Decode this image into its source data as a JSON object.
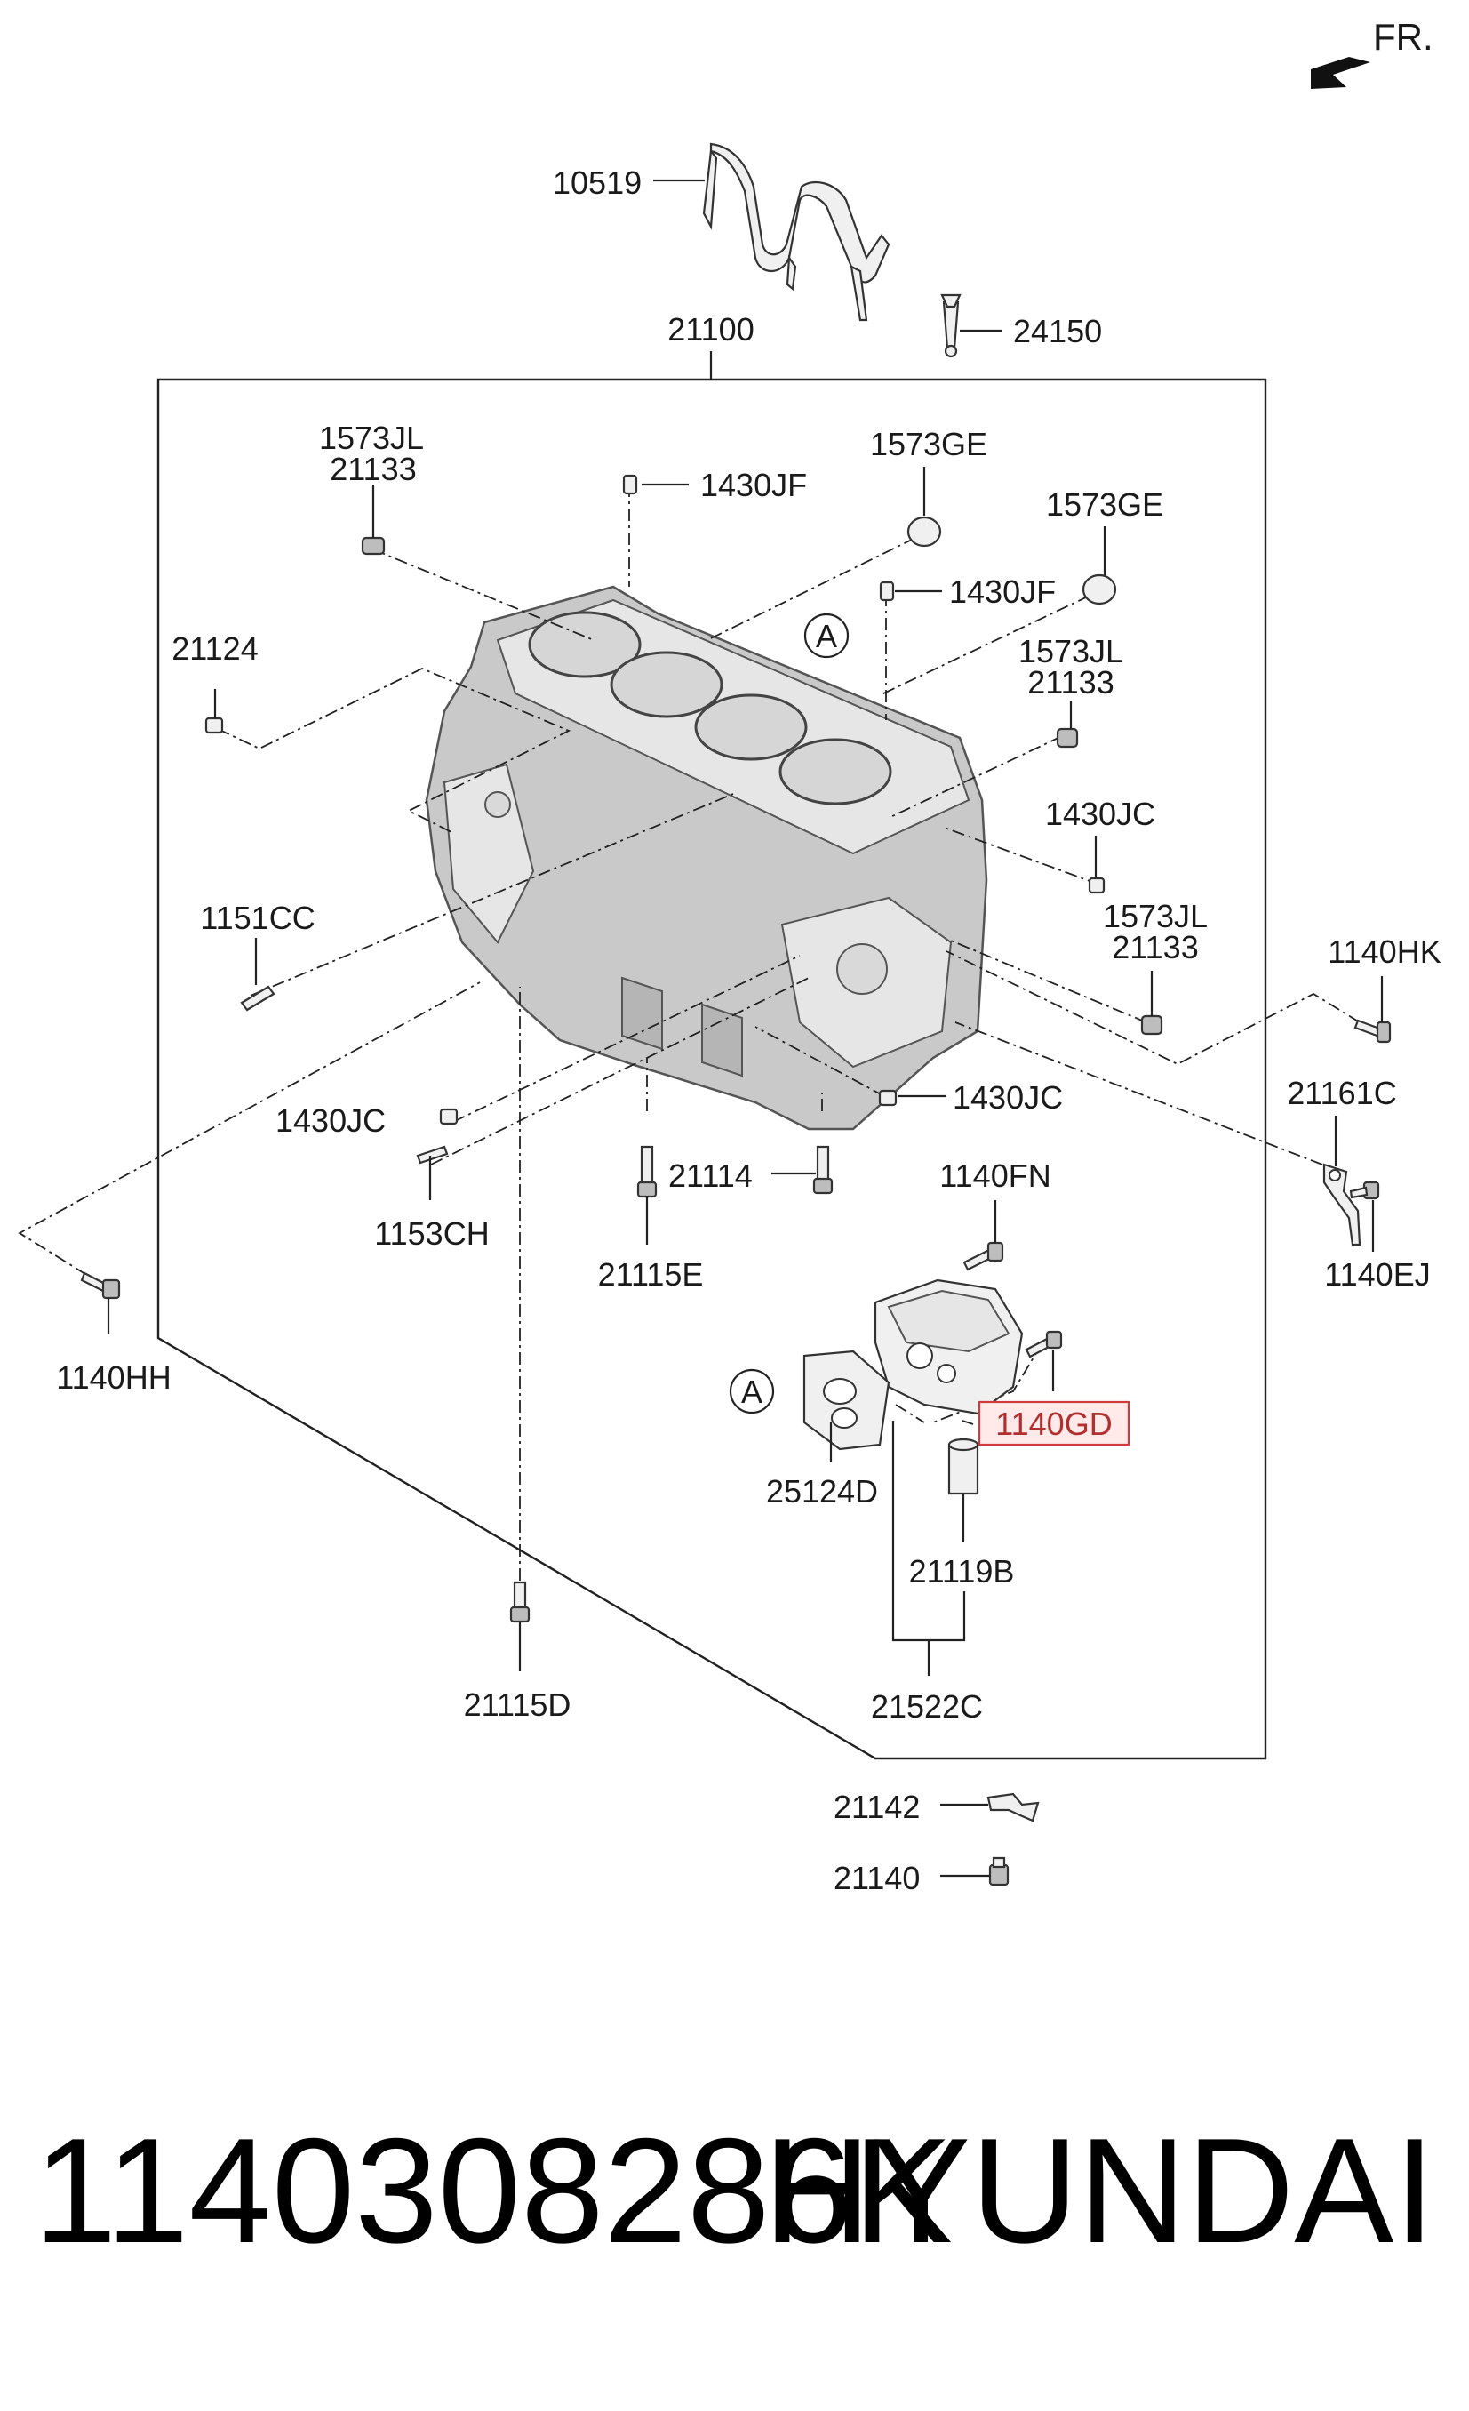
{
  "orientation": {
    "label": "FR."
  },
  "callouts": {
    "c10519": "10519",
    "c24150": "24150",
    "c21100": "21100",
    "c1573JL_a": "1573JL",
    "c21133_a": "21133",
    "c1430JF_a": "1430JF",
    "c1573GE_a": "1573GE",
    "c1573GE_b": "1573GE",
    "c1430JF_b": "1430JF",
    "c21124": "21124",
    "c1573JL_b": "1573JL",
    "c21133_b": "21133",
    "c1430JC_a": "1430JC",
    "c1573JL_c": "1573JL",
    "c21133_c": "21133",
    "c1151CC": "1151CC",
    "c1140HK": "1140HK",
    "c21161C": "21161C",
    "c1430JC_b": "1430JC",
    "c1430JC_c": "1430JC",
    "c1153CH": "1153CH",
    "c21114": "21114",
    "c1140FN": "1140FN",
    "c21115E": "21115E",
    "c1140EJ": "1140EJ",
    "c1140HH": "1140HH",
    "c1140GD": "1140GD",
    "c25124D": "25124D",
    "c21119B": "21119B",
    "c21115D": "21115D",
    "c21522C": "21522C",
    "c21142": "21142",
    "c21140": "21140"
  },
  "refs": {
    "a1": "A",
    "a2": "A"
  },
  "footer": {
    "part_number": "1140308286K",
    "brand": "HYUNDAI"
  },
  "colors": {
    "highlight_border": "#d23b3b",
    "highlight_fill": "#ffe9e9"
  }
}
